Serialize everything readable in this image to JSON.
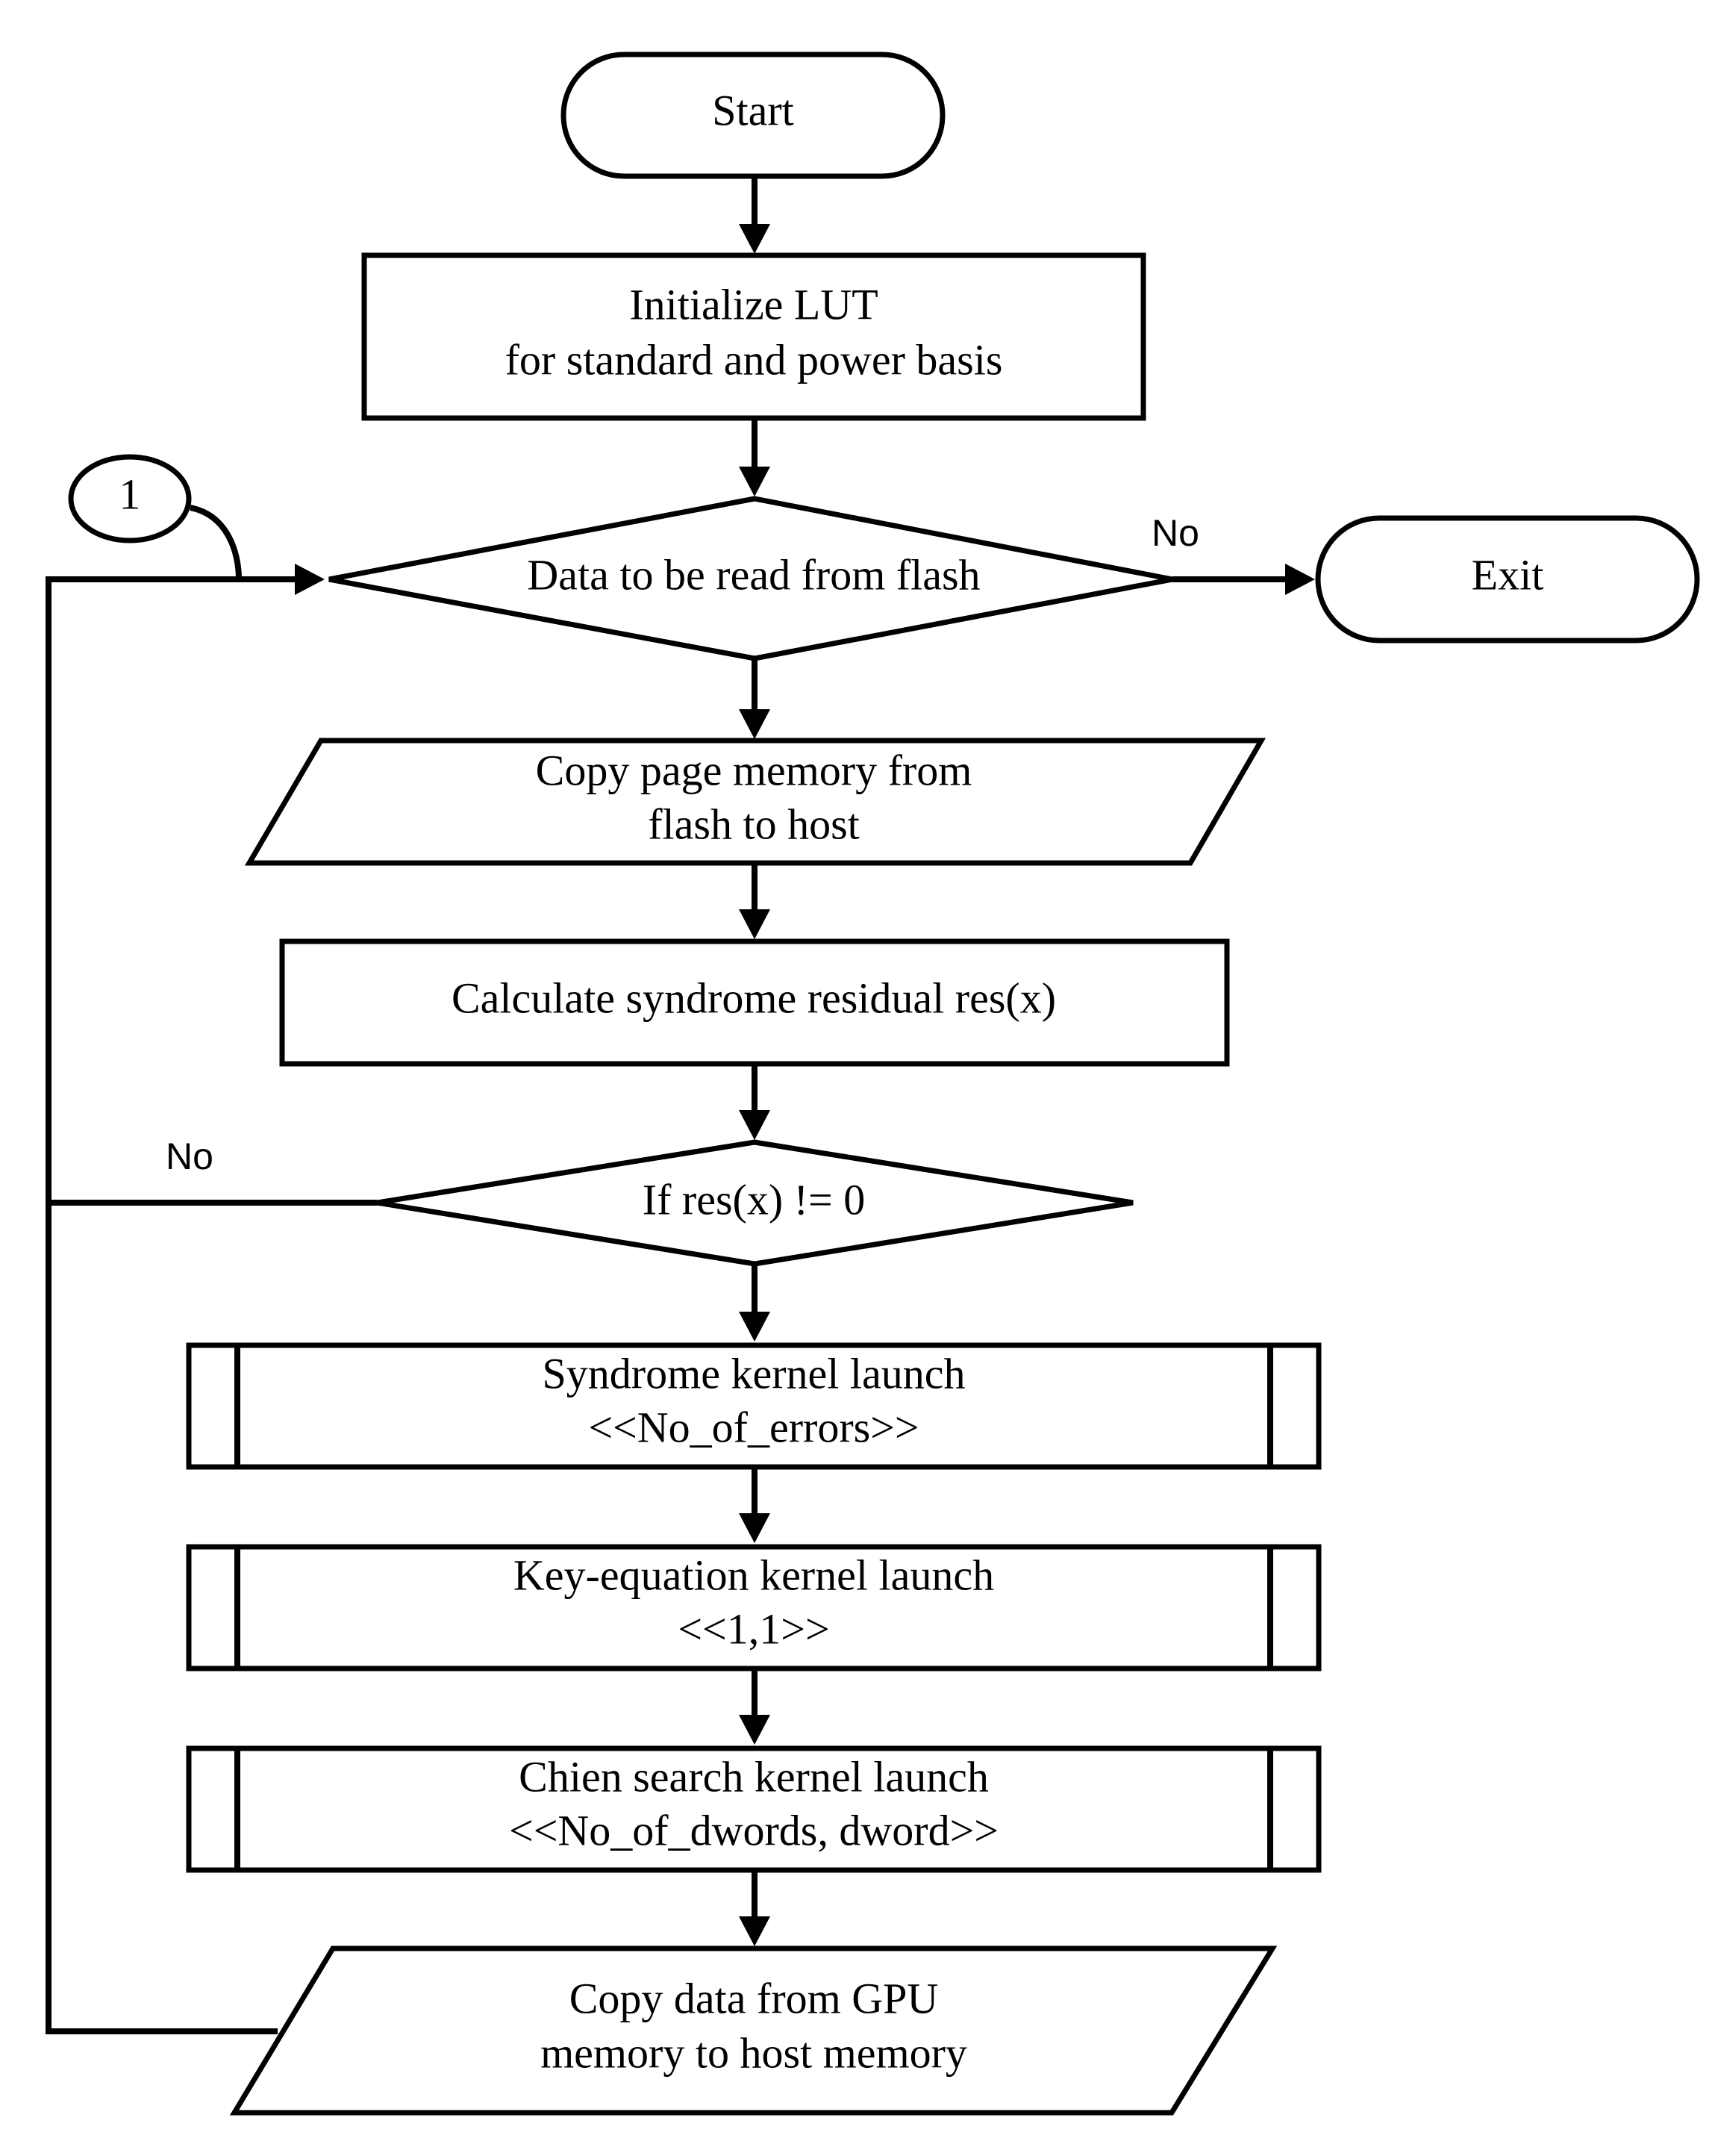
{
  "nodes": {
    "start": {
      "label": "Start"
    },
    "init_lut": {
      "line1": "Initialize LUT",
      "line2": "for standard and power basis"
    },
    "connector": {
      "label": "1"
    },
    "data_decision": {
      "label": "Data to be read from flash"
    },
    "exit": {
      "label": "Exit"
    },
    "copy_page": {
      "line1": "Copy page memory from",
      "line2": "flash to host"
    },
    "calc_syndrome": {
      "label": "Calculate syndrome residual res(x)"
    },
    "res_decision": {
      "label": "If res(x) != 0"
    },
    "syndrome_kernel": {
      "line1": "Syndrome kernel launch",
      "line2": "<<No_of_errors>>"
    },
    "key_kernel": {
      "line1": "Key-equation kernel launch",
      "line2": "<<1,1>>"
    },
    "chien_kernel": {
      "line1": "Chien search kernel launch",
      "line2": "<<No_of_dwords, dword>>"
    },
    "copy_gpu": {
      "line1": "Copy data from GPU",
      "line2": "memory to host memory"
    }
  },
  "edges": {
    "data_no_label": "No",
    "res_no_label": "No"
  }
}
